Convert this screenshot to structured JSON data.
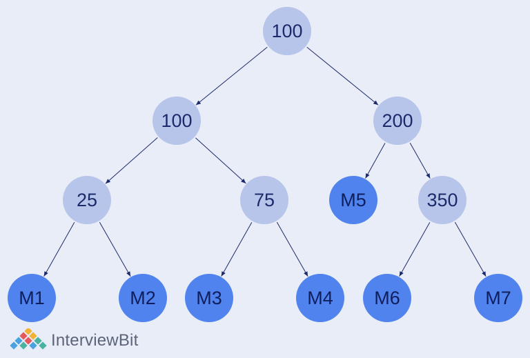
{
  "nodes": {
    "n1": "100",
    "n2": "100",
    "n3": "200",
    "n4": "25",
    "n5": "75",
    "n6": "M5",
    "n7": "350",
    "n8": "M1",
    "n9": "M2",
    "n10": "M3",
    "n11": "M4",
    "n12": "M6",
    "n13": "M7"
  },
  "edges": [
    [
      "n1",
      "n2"
    ],
    [
      "n1",
      "n3"
    ],
    [
      "n2",
      "n4"
    ],
    [
      "n2",
      "n5"
    ],
    [
      "n3",
      "n6"
    ],
    [
      "n3",
      "n7"
    ],
    [
      "n4",
      "n8"
    ],
    [
      "n4",
      "n9"
    ],
    [
      "n5",
      "n10"
    ],
    [
      "n5",
      "n11"
    ],
    [
      "n7",
      "n12"
    ],
    [
      "n7",
      "n13"
    ]
  ],
  "colors": {
    "background": "#e9edf7",
    "internal_node": "#b8c5ea",
    "leaf_node": "#5083ee",
    "edge": "#1b2a6b"
  },
  "logo": {
    "text": "InterviewBit",
    "icon": "interviewbit-logo-icon"
  }
}
